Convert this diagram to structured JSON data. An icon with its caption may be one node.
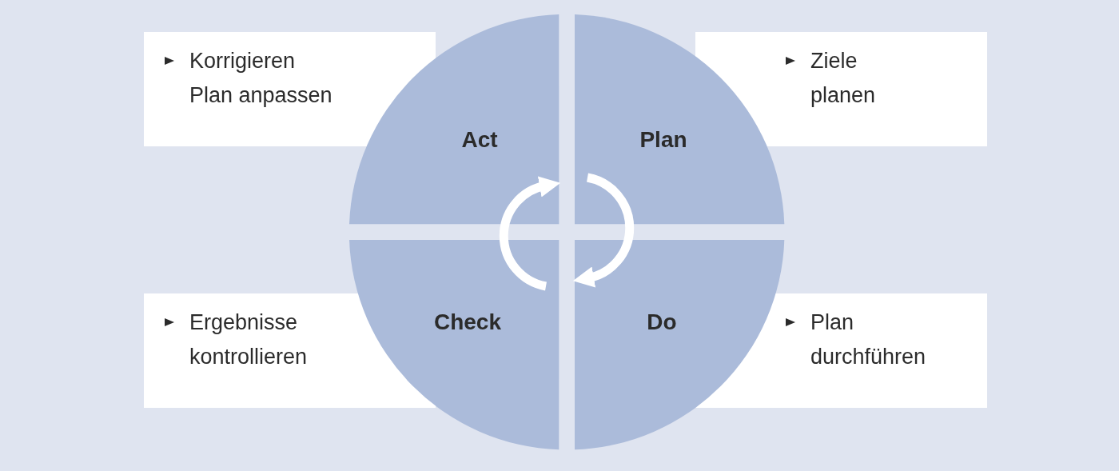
{
  "diagram": {
    "nodes": [
      {
        "text": [
          "Korrigieren Plan anpassen"
        ]
      },
      {
        "text": [
          "Act"
        ]
      },
      {
        "text": [
          "Plan"
        ]
      },
      {
        "text": [
          "Ziele planen"
        ]
      },
      {
        "text": [
          "Ergebnisse kontrollieren"
        ]
      },
      {
        "text": [
          "Check"
        ]
      },
      {
        "text": [
          "Do"
        ]
      },
      {
        "text": [
          "Plan durchführen"
        ]
      }
    ],
    "edges": [
      {
        "from": 2,
        "to": 6,
        "arrow": "to"
      },
      {
        "from": 5,
        "to": 1,
        "arrow": "to"
      }
    ]
  }
}
